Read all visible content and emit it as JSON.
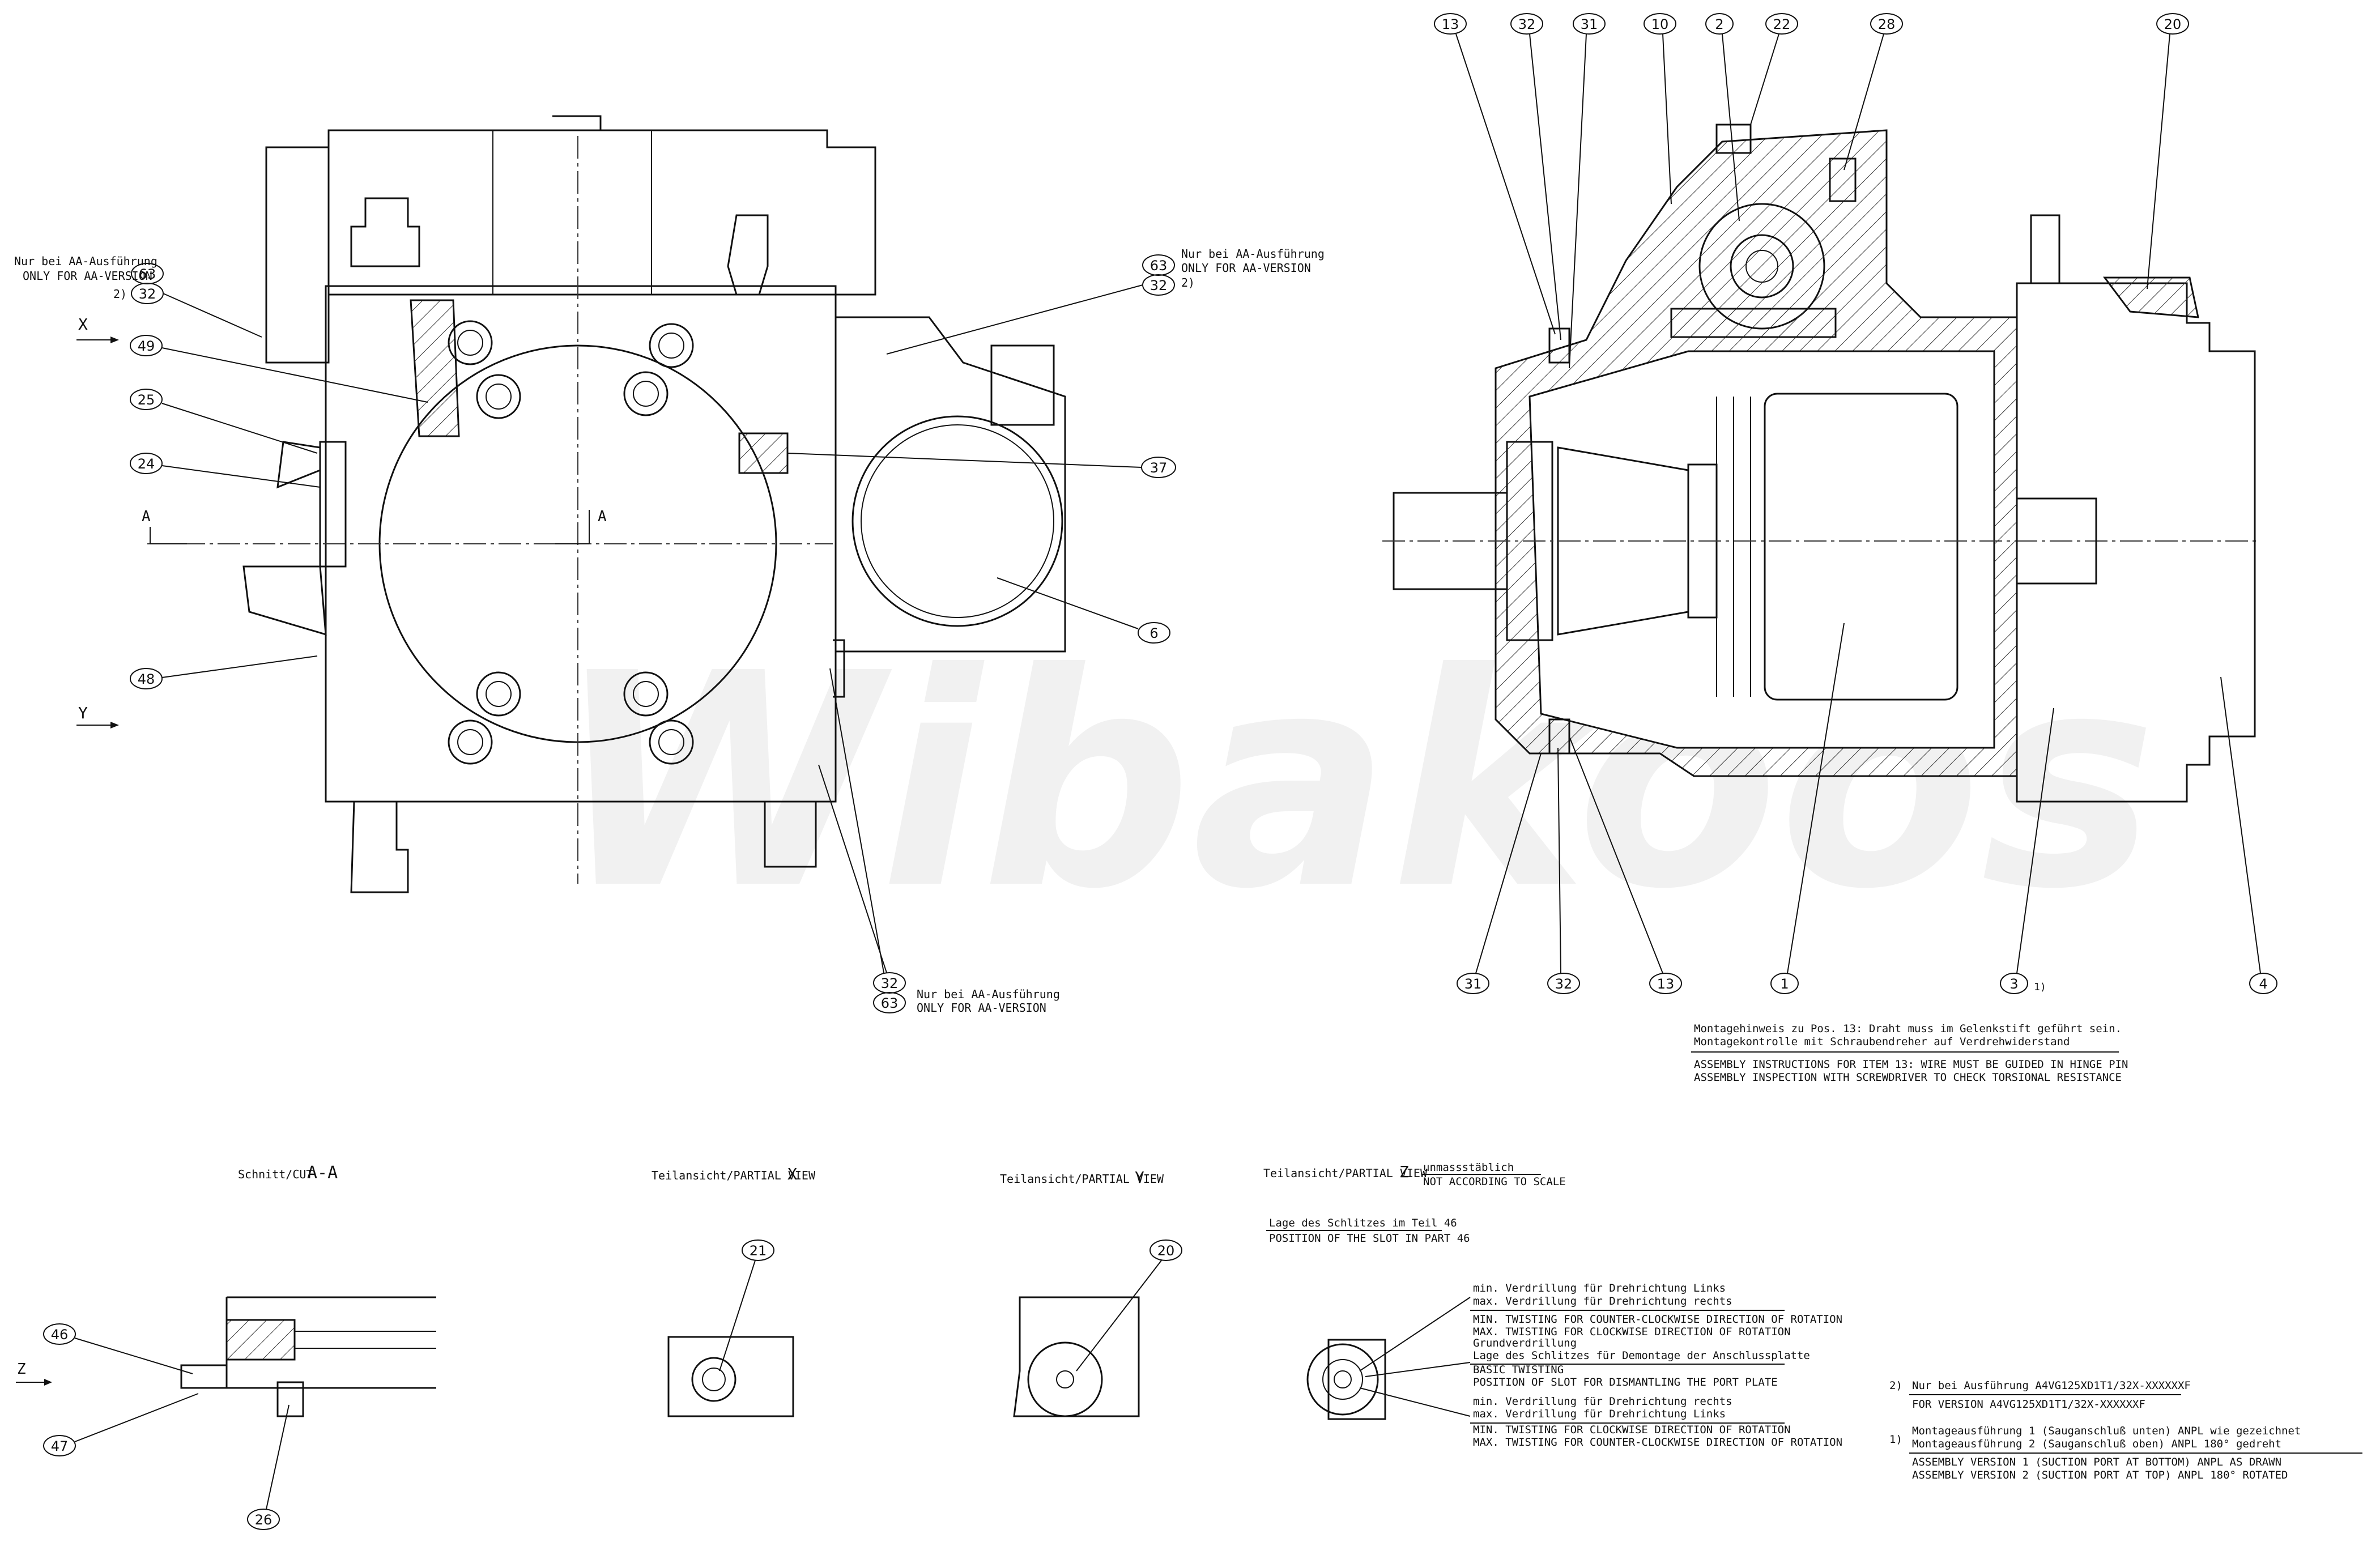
{
  "watermark": "Wibakoos",
  "balloons": {
    "left_view": [
      {
        "id": "bl-63a",
        "text": "63"
      },
      {
        "id": "bl-32a",
        "text": "32"
      },
      {
        "id": "bl-49",
        "text": "49"
      },
      {
        "id": "bl-25",
        "text": "25"
      },
      {
        "id": "bl-24",
        "text": "24"
      },
      {
        "id": "bl-48",
        "text": "48"
      },
      {
        "id": "bl-63b",
        "text": "63"
      },
      {
        "id": "bl-32b",
        "text": "32"
      },
      {
        "id": "bl-37",
        "text": "37"
      },
      {
        "id": "bl-6",
        "text": "6"
      },
      {
        "id": "bl-32c",
        "text": "32"
      },
      {
        "id": "bl-63c",
        "text": "63"
      }
    ],
    "section_top": [
      "13",
      "32",
      "31",
      "10",
      "2",
      "22",
      "28",
      "20"
    ],
    "section_bottom": [
      "31",
      "32",
      "13",
      "1",
      "3",
      "4"
    ],
    "detail": [
      "46",
      "47",
      "26",
      "21",
      "20"
    ]
  },
  "notes": {
    "aa_de": "Nur bei AA-Ausführung",
    "aa_en": "ONLY FOR AA-VERSION",
    "fn2": "2)",
    "fn1": "1)"
  },
  "section_marks": {
    "x": "X",
    "y": "Y",
    "a": "A",
    "z": "Z"
  },
  "assembly_note": {
    "de1": "Montagehinweis zu Pos. 13: Draht muss im Gelenkstift geführt sein.",
    "de2": "Montagekontrolle mit Schraubendreher auf Verdrehwiderstand",
    "en1": "ASSEMBLY INSTRUCTIONS FOR ITEM 13: WIRE MUST BE GUIDED IN HINGE PIN",
    "en2": "ASSEMBLY INSPECTION WITH SCREWDRIVER TO CHECK TORSIONAL RESISTANCE"
  },
  "views": {
    "cut_label": "Schnitt/CUT",
    "cut_id": "A-A",
    "px_label": "Teilansicht/PARTIAL VIEW",
    "px_id": "X",
    "py_label": "Teilansicht/PARTIAL VIEW",
    "py_id": "Y",
    "pz_label": "Teilansicht/PARTIAL VIEW",
    "pz_id": "Z",
    "pz_scale_de": "unmassstäblich",
    "pz_scale_en": "NOT ACCORDING TO SCALE"
  },
  "slot_note": {
    "de": "Lage des Schlitzes im Teil 46",
    "en": "POSITION OF THE SLOT IN PART 46"
  },
  "twist_notes": [
    "min. Verdrillung für Drehrichtung Links",
    "max. Verdrillung für Drehrichtung rechts",
    "MIN. TWISTING FOR COUNTER-CLOCKWISE DIRECTION OF ROTATION",
    "MAX. TWISTING FOR CLOCKWISE DIRECTION OF ROTATION",
    "Grundverdrillung",
    "Lage des Schlitzes für Demontage der Anschlussplatte",
    "BASIC TWISTING",
    "POSITION OF SLOT FOR DISMANTLING THE PORT PLATE",
    "min. Verdrillung für Drehrichtung rechts",
    "max. Verdrillung für Drehrichtung Links",
    "MIN. TWISTING FOR CLOCKWISE DIRECTION OF ROTATION",
    "MAX. TWISTING FOR COUNTER-CLOCKWISE DIRECTION OF ROTATION"
  ],
  "footnotes": {
    "f2_mark": "2)",
    "f2_de": "Nur bei Ausführung A4VG125XD1T1/32X-XXXXXXF",
    "f2_en": "FOR VERSION A4VG125XD1T1/32X-XXXXXXF",
    "f1_mark": "1)",
    "f1_de1": "Montageausführung 1 (Sauganschluß unten) ANPL wie gezeichnet",
    "f1_de2": "Montageausführung 2 (Sauganschluß oben) ANPL 180° gedreht",
    "f1_en1": "ASSEMBLY VERSION 1 (SUCTION PORT AT BOTTOM) ANPL AS DRAWN",
    "f1_en2": "ASSEMBLY VERSION 2 (SUCTION PORT AT TOP) ANPL 180° ROTATED"
  }
}
